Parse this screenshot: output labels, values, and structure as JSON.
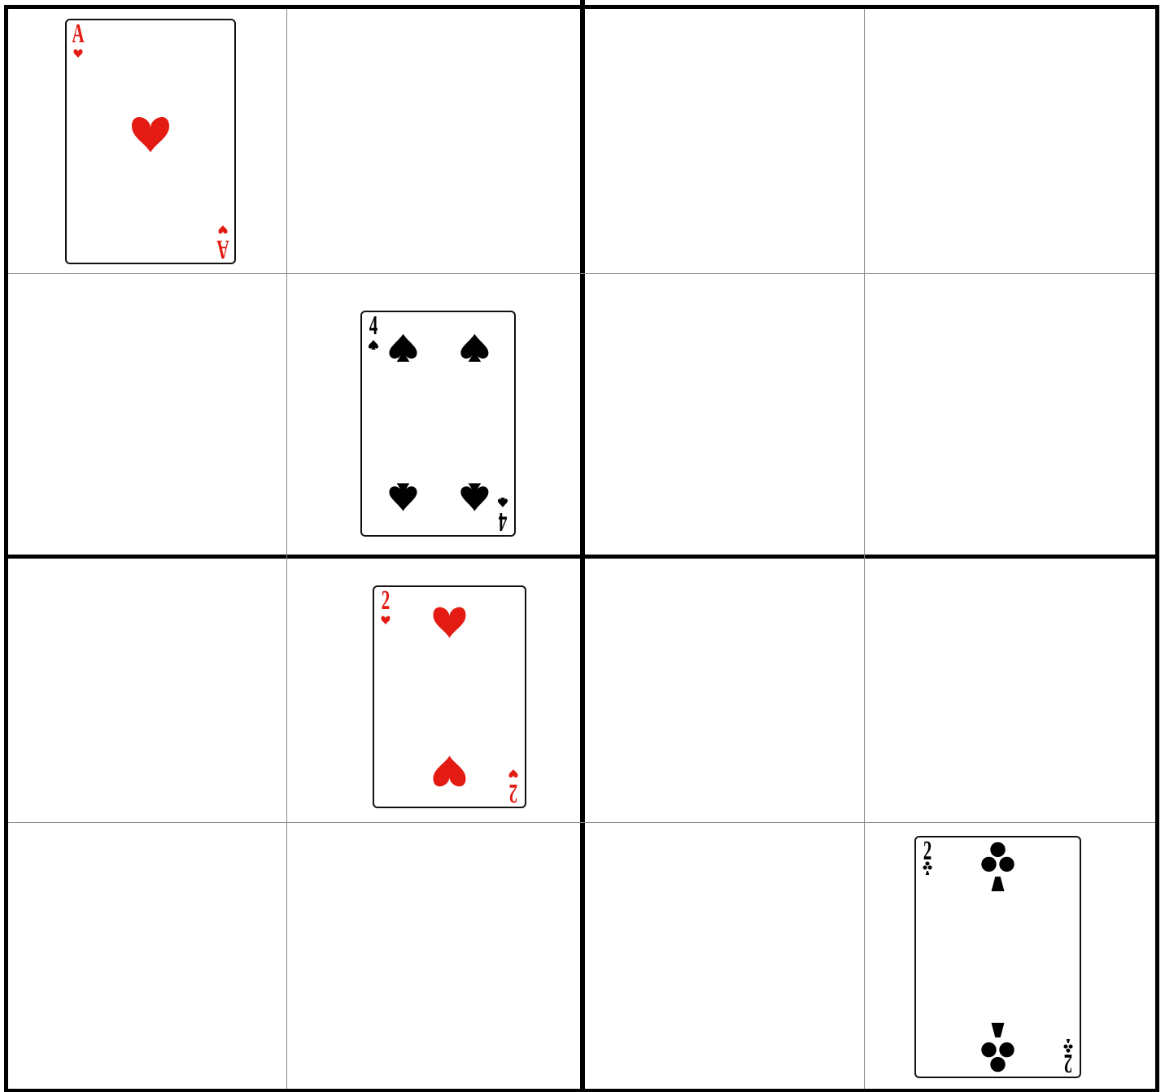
{
  "board": {
    "rows": 4,
    "cols": 4
  },
  "colors": {
    "hearts": "#e31b12",
    "spades": "#000000",
    "clubs": "#000000"
  },
  "cards": [
    {
      "id": "ace-of-hearts",
      "rank": "A",
      "suit": "hearts",
      "suit_icon": "heart-icon",
      "row": 0,
      "col": 0
    },
    {
      "id": "four-of-spades",
      "rank": "4",
      "suit": "spades",
      "suit_icon": "spade-icon",
      "row": 1,
      "col": 1
    },
    {
      "id": "two-of-hearts",
      "rank": "2",
      "suit": "hearts",
      "suit_icon": "heart-icon",
      "row": 2,
      "col": 1
    },
    {
      "id": "two-of-clubs",
      "rank": "2",
      "suit": "clubs",
      "suit_icon": "club-icon",
      "row": 3,
      "col": 3
    }
  ]
}
